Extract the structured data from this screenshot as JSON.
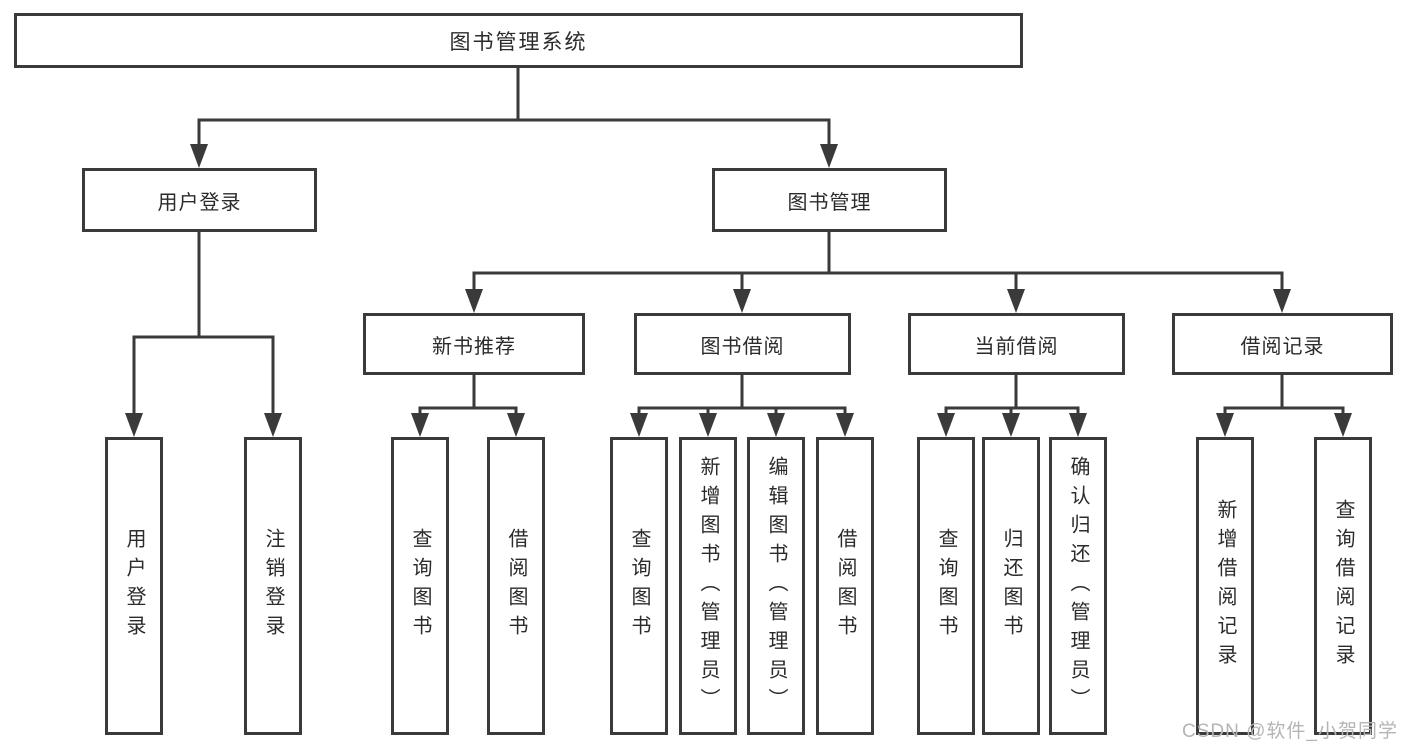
{
  "colors": {
    "line": "#3a3a3a",
    "text": "#2b2b2b",
    "background": "#ffffff",
    "watermark": "#b5b5b5"
  },
  "watermark": "CSDN @软件_小贺同学",
  "tree": {
    "label": "图书管理系统",
    "children": [
      {
        "label": "用户登录",
        "children": [
          {
            "label": "用户登录"
          },
          {
            "label": "注销登录"
          }
        ]
      },
      {
        "label": "图书管理",
        "children": [
          {
            "label": "新书推荐",
            "children": [
              {
                "label": "查询图书"
              },
              {
                "label": "借阅图书"
              }
            ]
          },
          {
            "label": "图书借阅",
            "children": [
              {
                "label": "查询图书"
              },
              {
                "label": "新增图书（管理员）"
              },
              {
                "label": "编辑图书（管理员）"
              },
              {
                "label": "借阅图书"
              }
            ]
          },
          {
            "label": "当前借阅",
            "children": [
              {
                "label": "查询图书"
              },
              {
                "label": "归还图书"
              },
              {
                "label": "确认归还（管理员）"
              }
            ]
          },
          {
            "label": "借阅记录",
            "children": [
              {
                "label": "新增借阅记录"
              },
              {
                "label": "查询借阅记录"
              }
            ]
          }
        ]
      }
    ]
  }
}
